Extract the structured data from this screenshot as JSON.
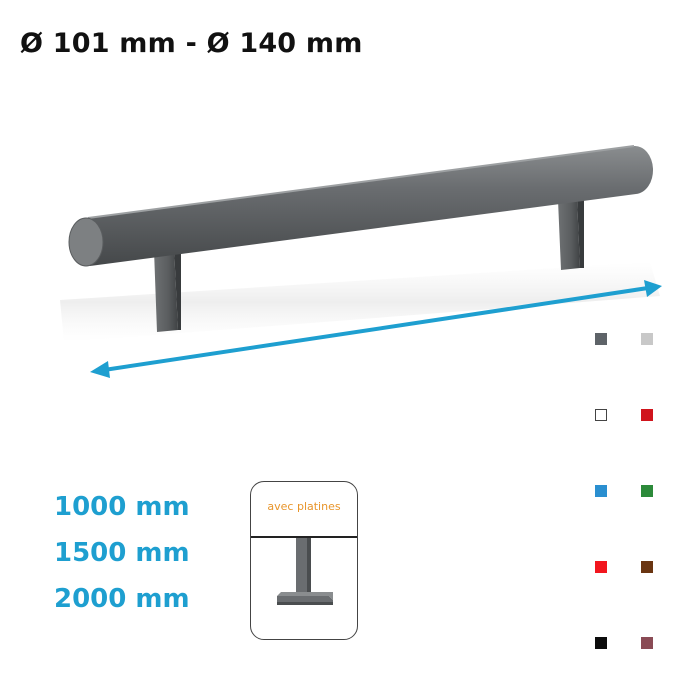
{
  "header": {
    "diameter_range": "Ø 101 mm - Ø 140 mm"
  },
  "lengths": [
    "1000 mm",
    "1500 mm",
    "2000 mm"
  ],
  "option": {
    "label": "avec platines"
  },
  "colors": {
    "bar": "#5f6264",
    "dimension_arrow": "#1e9fd0",
    "length_text": "#1e9fd0",
    "option_label": "#e8952b"
  },
  "swatches": [
    {
      "name": "swatch-dark-grey",
      "color": "#5e6368",
      "border": "#5e6368"
    },
    {
      "name": "swatch-light-grey",
      "color": "#c8c8c8",
      "border": "#c8c8c8"
    },
    {
      "name": "swatch-white",
      "color": "#ffffff",
      "border": "#444444"
    },
    {
      "name": "swatch-red",
      "color": "#d0141c",
      "border": "#d0141c"
    },
    {
      "name": "swatch-blue",
      "color": "#2a8fd0",
      "border": "#2a8fd0"
    },
    {
      "name": "swatch-green",
      "color": "#2c8a3a",
      "border": "#2c8a3a"
    },
    {
      "name": "swatch-bright-red",
      "color": "#f2161e",
      "border": "#f2161e"
    },
    {
      "name": "swatch-brown",
      "color": "#6a3511",
      "border": "#6a3511"
    },
    {
      "name": "swatch-black",
      "color": "#0c0c0c",
      "border": "#0c0c0c"
    },
    {
      "name": "swatch-wine",
      "color": "#8a4b55",
      "border": "#8a4b55"
    }
  ]
}
